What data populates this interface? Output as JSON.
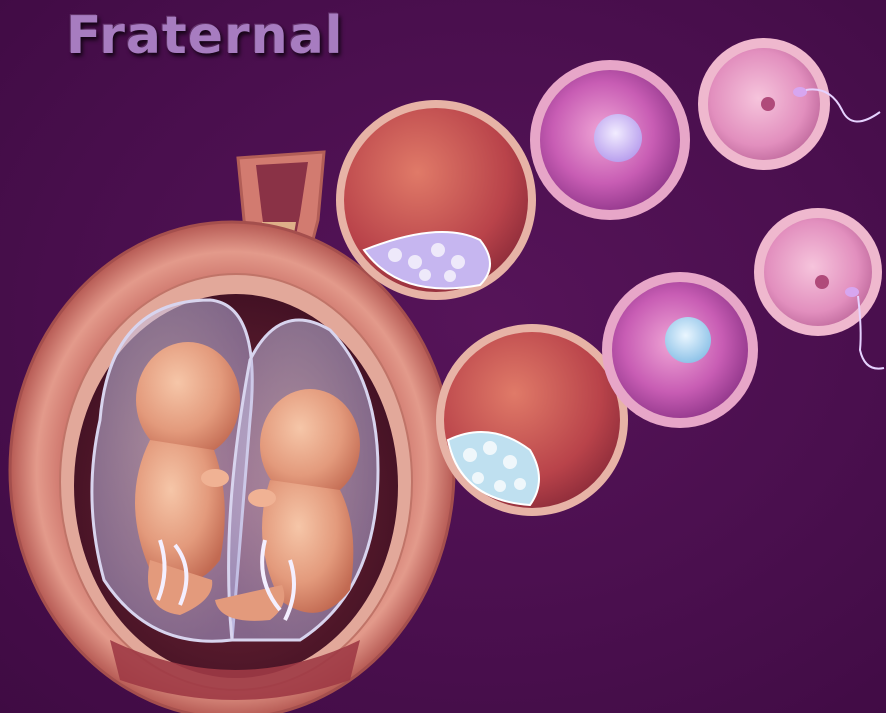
{
  "title": "Fraternal",
  "colors": {
    "background": "#4a0f4e",
    "title": "#a77cc0",
    "uterus_wall": "#d9857a",
    "amniotic_sac": "#c9c7e8",
    "fetus": "#e8a58a",
    "egg_purple": "#c85db4",
    "egg_nucleus_top": "#b9a0ee",
    "egg_nucleus_bottom": "#8fc3e8",
    "blastocyst_mass_top": "#c6b6f0",
    "blastocyst_mass_bottom": "#bfe0f0"
  },
  "icons": [
    "uterus-cross-section",
    "fetus",
    "blastocyst",
    "fertilized-egg",
    "sperm"
  ]
}
